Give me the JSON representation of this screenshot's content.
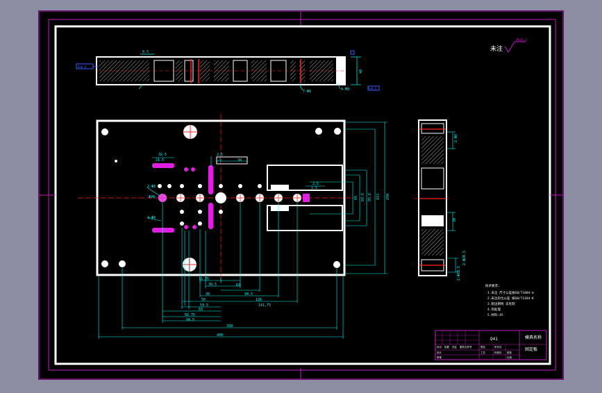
{
  "surface_note": "nested",
  "drawing": {
    "surface_roughness": {
      "label": "未注",
      "value": "Ra3.2"
    },
    "top_view": {
      "dim_0_5": "0.5",
      "dim_40": "40",
      "tag_left": "Ra0.8",
      "tag_4m8": "4-M8",
      "tag_7": "7-Φ8",
      "tag_box": "Ra0.8"
    },
    "plan_view": {
      "dim_32_5": "32.5",
      "dim_21": "21.5",
      "dim_2_5a": "2.5",
      "dim_1_5": "1.5",
      "dim_30": "30",
      "dim_2_5b": "2.5",
      "dim_1_5b": "1.5",
      "note_left1": "2-Φ8",
      "note_left2": "Φ26",
      "note_left3": "4-Φ8",
      "right_vertical_dims": [
        "66",
        "93.6",
        "95.6",
        "113",
        "250"
      ],
      "bottom_dims": [
        "16.75",
        "30.5",
        "38",
        "50",
        "59.5",
        "63",
        "92.75",
        "94.5",
        "63",
        "94.5",
        "126",
        "141.75",
        "350",
        "400"
      ]
    },
    "side_view": {
      "dim_top": "2-Φ8",
      "dim_mid": "30",
      "dim_low1": "2-Φ20.5",
      "dim_low2": "2-Φ10.5"
    },
    "tech_notes": {
      "title": "技术要求:",
      "items": [
        "1.未注 尺寸公差按GB/T1804-m",
        "2.未注形位公差 按GB/T1184-K",
        "3.锐边倒钝 去毛刺",
        "4.热处理",
        "5.材料:45"
      ]
    },
    "title_block": {
      "material": "Q41",
      "part_name": "固定板",
      "company": "模具名称",
      "row_labels": [
        "标记",
        "处数",
        "分区",
        "更改文件号",
        "签名",
        "年月日"
      ],
      "row_labels2": [
        "设计",
        "审核",
        "工艺",
        "标准化",
        "批准"
      ],
      "scale": "比例"
    }
  }
}
